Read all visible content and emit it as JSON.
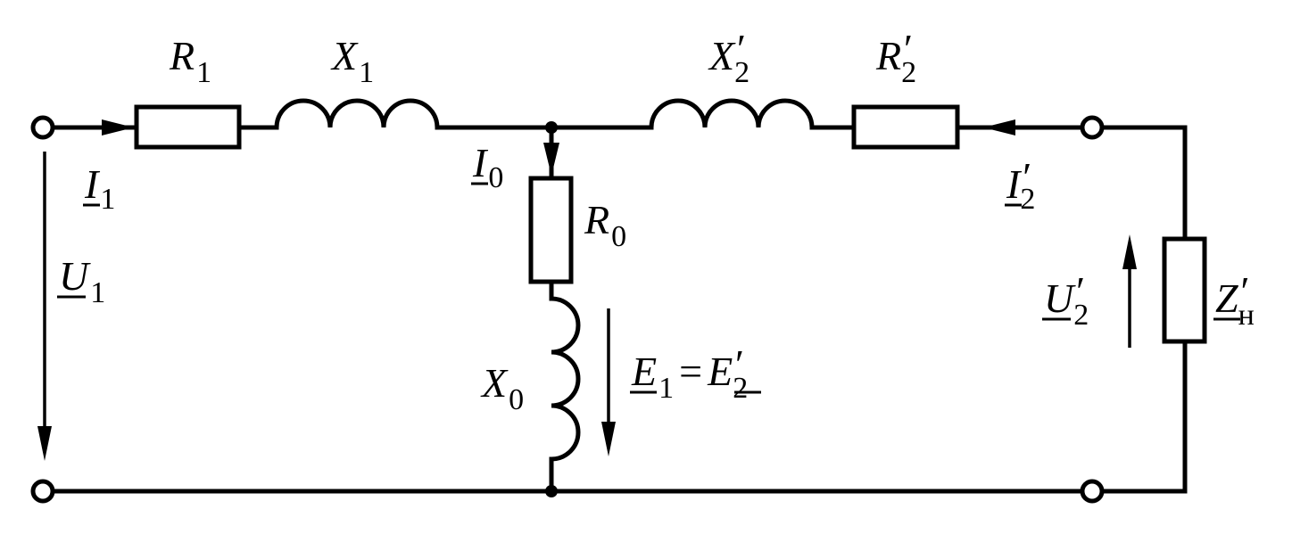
{
  "labels": {
    "R1": {
      "main": "R",
      "sub": "1",
      "prime": ""
    },
    "X1": {
      "main": "X",
      "sub": "1",
      "prime": ""
    },
    "X2p": {
      "main": "X",
      "sub": "2",
      "prime": "′"
    },
    "R2p": {
      "main": "R",
      "sub": "2",
      "prime": "′"
    },
    "I1": {
      "main": "I",
      "sub": "1",
      "prime": ""
    },
    "I0": {
      "main": "I",
      "sub": "0",
      "prime": ""
    },
    "I2p": {
      "main": "I",
      "sub": "2",
      "prime": "′"
    },
    "R0": {
      "main": "R",
      "sub": "0",
      "prime": ""
    },
    "X0": {
      "main": "X",
      "sub": "0",
      "prime": ""
    },
    "U1": {
      "main": "U",
      "sub": "1",
      "prime": ""
    },
    "U2p": {
      "main": "U",
      "sub": "2",
      "prime": "′"
    },
    "Zn": {
      "main": "Z",
      "sub": "н",
      "prime": "′"
    },
    "E1": {
      "main": "E",
      "sub": "1",
      "prime": ""
    },
    "eq": "=",
    "E2p": {
      "main": "E",
      "sub": "2",
      "prime": "′"
    }
  }
}
